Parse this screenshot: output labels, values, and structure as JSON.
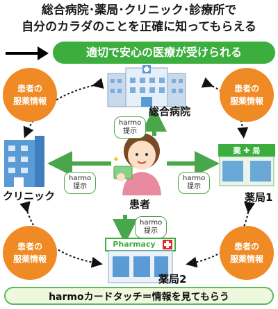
{
  "title_line1": "総合病院･薬局･クリニック･診療所で",
  "title_line2": "自分のカラダのことを正確に知ってもらえる",
  "banner_text": "適切で安心の医療が受けられる",
  "orange_circles": [
    {
      "line1": "患者の",
      "line2": "服薬情報"
    },
    {
      "line1": "患者の",
      "line2": "服薬情報"
    },
    {
      "line1": "患者の",
      "line2": "服薬情報"
    },
    {
      "line1": "患者の",
      "line2": "服薬情報"
    }
  ],
  "harmo_labels": [
    {
      "line1": "harmo",
      "line2": "提示"
    },
    {
      "line1": "harmo",
      "line2": "提示"
    },
    {
      "line1": "harmo",
      "line2": "提示"
    },
    {
      "line1": "harmo",
      "line2": "提示"
    }
  ],
  "nodes": {
    "hospital": "総合病院",
    "clinic": "クリニック",
    "patient": "患者",
    "pharmacy1": "薬局1",
    "pharmacy2": "薬局2"
  },
  "pharmacy1_sign": "薬 ✚ 局",
  "pharmacy2_sign": "Pharmacy",
  "bottom_text": "harmoカードタッチ＝情報を見てもらう",
  "colors": {
    "green": "#3cae3e",
    "orange": "#f08a24",
    "pharmacy_red": "#e8262b",
    "building_blue": "#5a9bd5"
  }
}
